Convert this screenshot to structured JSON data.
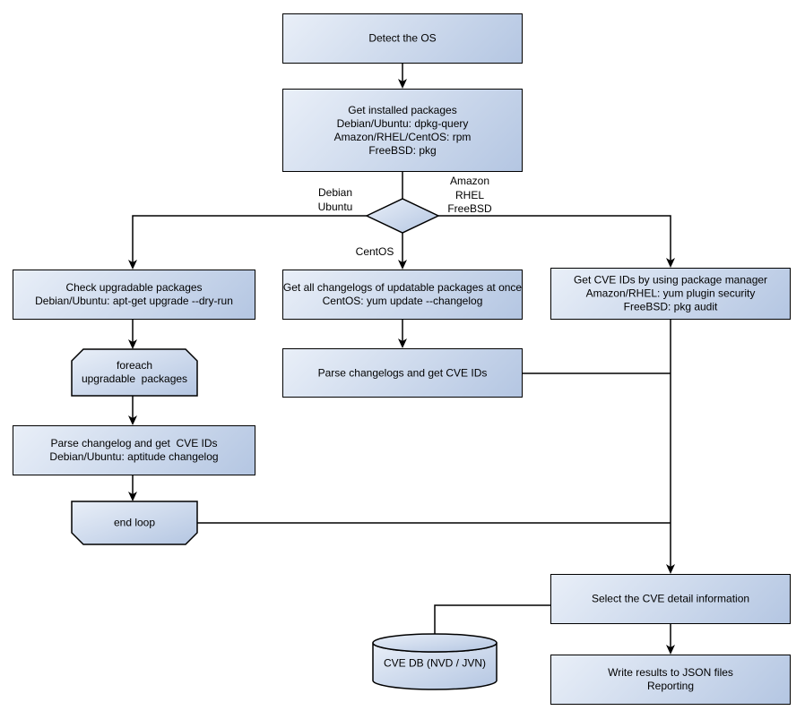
{
  "colors": {
    "node_fill_light": "#e9eff8",
    "node_fill_dark": "#b4c6e2",
    "node_border": "#000000",
    "connector": "#000000",
    "background": "#ffffff",
    "text": "#000000"
  },
  "nodes": {
    "detect_os": {
      "label": "Detect the OS"
    },
    "get_installed_packages": {
      "label": "Get installed packages\nDebian/Ubuntu: dpkg-query\nAmazon/RHEL/CentOS: rpm\nFreeBSD: pkg"
    },
    "check_upgradable": {
      "label": "Check upgradable packages\nDebian/Ubuntu: apt-get upgrade --dry-run"
    },
    "foreach_loop": {
      "label": "foreach\nupgradable  packages"
    },
    "parse_changelog_deb": {
      "label": "Parse changelog and get  CVE IDs\nDebian/Ubuntu: aptitude changelog"
    },
    "end_loop": {
      "label": "end loop"
    },
    "get_all_changelogs": {
      "label": "Get all changelogs of updatable packages at once\nCentOS: yum update --changelog"
    },
    "parse_changelogs": {
      "label": "Parse changelogs and get CVE IDs"
    },
    "get_cve_ids_pkg_mgr": {
      "label": "Get CVE IDs by using package manager\nAmazon/RHEL: yum plugin security\nFreeBSD: pkg audit"
    },
    "select_cve_detail": {
      "label": "Select the CVE detail information"
    },
    "write_results": {
      "label": "Write results to JSON files\nReporting"
    },
    "cve_db": {
      "label": "CVE DB (NVD / JVN)"
    }
  },
  "edge_labels": {
    "debian_ubuntu": "Debian\nUbuntu",
    "amazon_rhel_freebsd": "Amazon\nRHEL\nFreeBSD",
    "centos": "CentOS"
  }
}
